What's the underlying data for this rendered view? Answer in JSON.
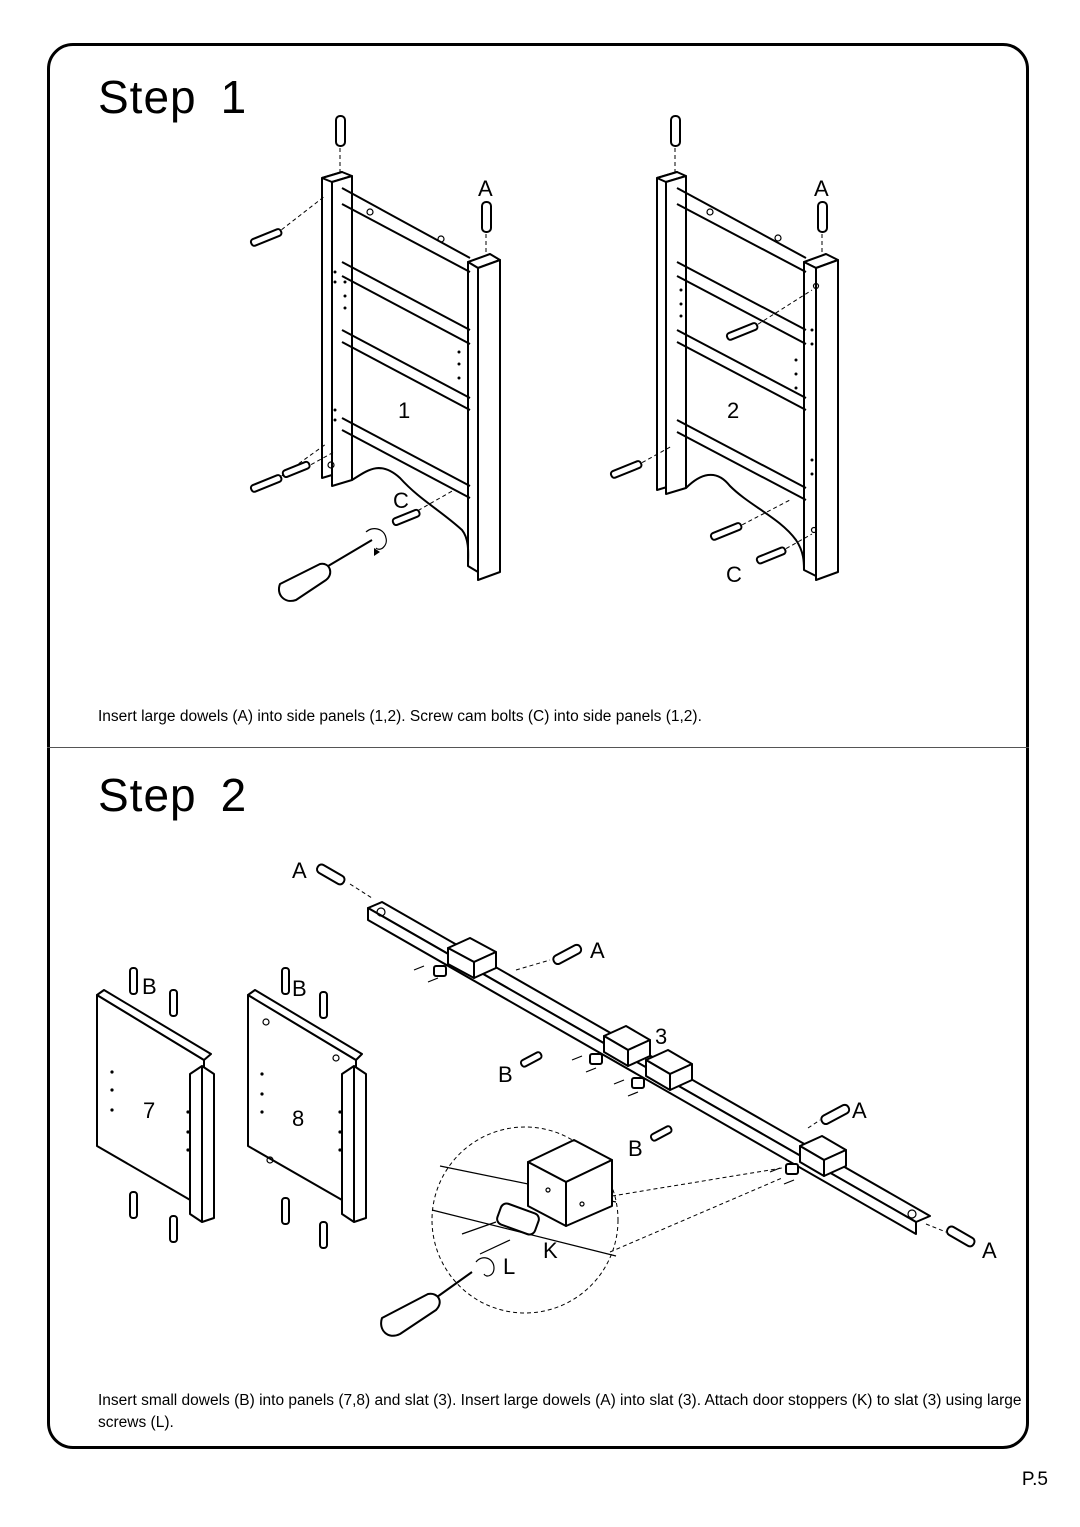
{
  "step1": {
    "title_word": "Step",
    "title_number": "1",
    "caption": "Insert large dowels (A) into side panels (1,2). Screw cam bolts (C) into side panels (1,2).",
    "labels": {
      "dowel_left": "A",
      "dowel_right": "A",
      "panel_1": "1",
      "panel_2": "2",
      "cam_bolt_left": "C",
      "cam_bolt_right": "C"
    }
  },
  "step2": {
    "title_word": "Step",
    "title_number": "2",
    "caption": "Insert small dowels (B) into panels (7,8) and slat (3). Insert large dowels (A) into slat (3). Attach door stoppers (K) to slat (3) using large screws (L).",
    "labels": {
      "panel_7": "7",
      "panel_8": "8",
      "slat_3": "3",
      "dowel_b_7": "B",
      "dowel_b_8": "B",
      "dowel_b_slat_1": "B",
      "dowel_b_slat_2": "B",
      "dowel_a_1": "A",
      "dowel_a_2": "A",
      "dowel_a_3": "A",
      "dowel_a_4": "A",
      "door_stopper": "K",
      "large_screw": "L"
    }
  },
  "footer": {
    "page_number": "P.5"
  }
}
